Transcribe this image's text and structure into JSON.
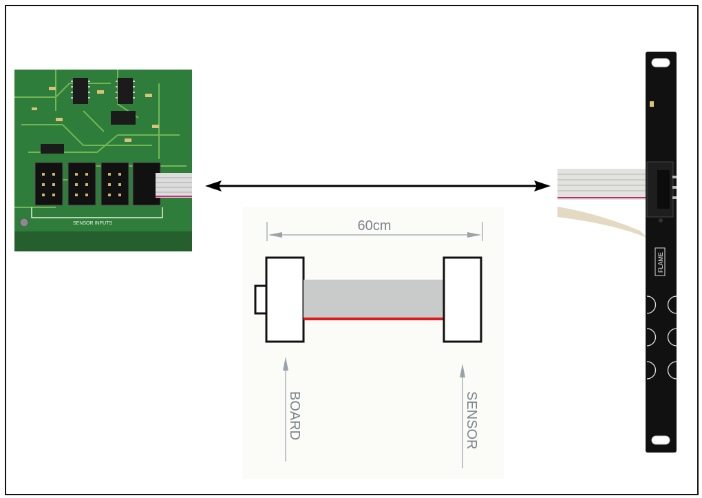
{
  "diagram": {
    "length_label": "60cm",
    "board_label": "BOARD",
    "sensor_label": "SENSOR"
  },
  "board_photo": {
    "silkscreen_text": "SENSOR INPUTS"
  },
  "sensor_photo": {
    "silkscreen_text": "FLAME"
  },
  "colors": {
    "pcb_green": "#2f7d3a",
    "sensor_black": "#111111",
    "cable_gray": "#c8cbc9",
    "cable_red": "#e0191b",
    "arrow": "#000000"
  }
}
